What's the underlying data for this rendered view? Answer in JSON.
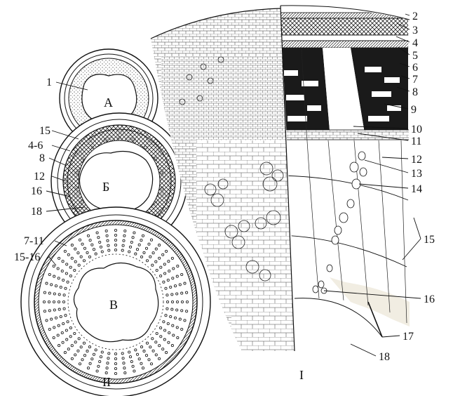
{
  "figure": {
    "part_labels": {
      "cross_section": "I",
      "stages": "II"
    },
    "stage_labels": {
      "a": "А",
      "b": "Б",
      "c": "В"
    },
    "right_callouts": [
      "2",
      "3",
      "4",
      "5",
      "6",
      "7",
      "8",
      "9",
      "10",
      "11",
      "12",
      "13",
      "14",
      "15",
      "16",
      "17",
      "18"
    ],
    "left_callouts": {
      "a": [
        "1"
      ],
      "b": [
        "15",
        "4-6",
        "8",
        "12",
        "16",
        "18"
      ],
      "c": [
        "7-11",
        "15-16"
      ]
    }
  },
  "colors": {
    "ink": "#1a1a1a",
    "paper": "#ffffff",
    "pale_fill": "#f1ede2"
  }
}
